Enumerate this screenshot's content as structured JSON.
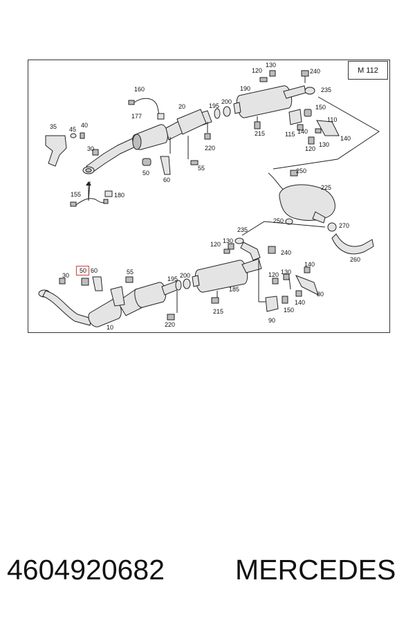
{
  "diagram": {
    "model_code": "M 112",
    "highlight_color": "#d9534f",
    "highlighted_label": "50",
    "callouts": [
      {
        "id": "160",
        "text": "160"
      },
      {
        "id": "177",
        "text": "177"
      },
      {
        "id": "20",
        "text": "20"
      },
      {
        "id": "195a",
        "text": "195"
      },
      {
        "id": "200a",
        "text": "200"
      },
      {
        "id": "190",
        "text": "190"
      },
      {
        "id": "120a",
        "text": "120"
      },
      {
        "id": "130a",
        "text": "130"
      },
      {
        "id": "240a",
        "text": "240"
      },
      {
        "id": "235a",
        "text": "235"
      },
      {
        "id": "150a",
        "text": "150"
      },
      {
        "id": "110",
        "text": "110"
      },
      {
        "id": "115",
        "text": "115"
      },
      {
        "id": "140a",
        "text": "140"
      },
      {
        "id": "140b",
        "text": "140"
      },
      {
        "id": "120b",
        "text": "120"
      },
      {
        "id": "130b",
        "text": "130"
      },
      {
        "id": "215a",
        "text": "215"
      },
      {
        "id": "220a",
        "text": "220"
      },
      {
        "id": "55a",
        "text": "55"
      },
      {
        "id": "50a",
        "text": "50"
      },
      {
        "id": "60a",
        "text": "60"
      },
      {
        "id": "35",
        "text": "35"
      },
      {
        "id": "45",
        "text": "45"
      },
      {
        "id": "40",
        "text": "40"
      },
      {
        "id": "30a",
        "text": "30"
      },
      {
        "id": "155",
        "text": "155"
      },
      {
        "id": "180",
        "text": "180"
      },
      {
        "id": "250a",
        "text": "250"
      },
      {
        "id": "225",
        "text": "225"
      },
      {
        "id": "250b",
        "text": "250"
      },
      {
        "id": "270",
        "text": "270"
      },
      {
        "id": "260",
        "text": "260"
      },
      {
        "id": "235b",
        "text": "235"
      },
      {
        "id": "120c",
        "text": "120"
      },
      {
        "id": "130c",
        "text": "130"
      },
      {
        "id": "240b",
        "text": "240"
      },
      {
        "id": "30b",
        "text": "30"
      },
      {
        "id": "50b",
        "text": "50"
      },
      {
        "id": "60b",
        "text": "60"
      },
      {
        "id": "55b",
        "text": "55"
      },
      {
        "id": "195b",
        "text": "195"
      },
      {
        "id": "200b",
        "text": "200"
      },
      {
        "id": "185",
        "text": "185"
      },
      {
        "id": "215b",
        "text": "215"
      },
      {
        "id": "220b",
        "text": "220"
      },
      {
        "id": "10",
        "text": "10"
      },
      {
        "id": "140c",
        "text": "140"
      },
      {
        "id": "120d",
        "text": "120"
      },
      {
        "id": "130d",
        "text": "130"
      },
      {
        "id": "140d",
        "text": "140"
      },
      {
        "id": "80",
        "text": "80"
      },
      {
        "id": "90",
        "text": "90"
      },
      {
        "id": "150b",
        "text": "150"
      }
    ]
  },
  "caption": {
    "part_number": "4604920682",
    "brand": "MERCEDES"
  }
}
